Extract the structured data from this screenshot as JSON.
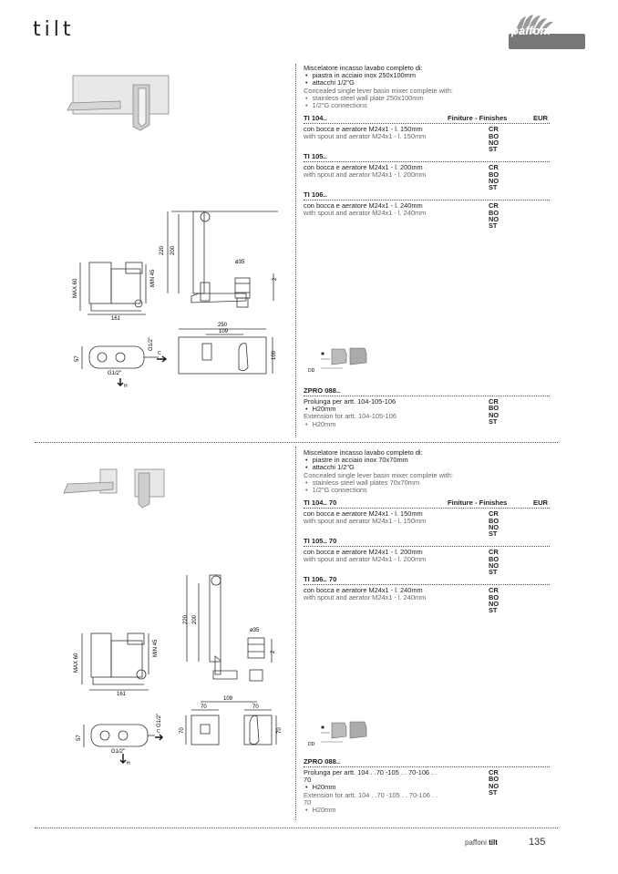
{
  "header": {
    "collection": "tilt",
    "brand": "paffoni"
  },
  "footer": {
    "brand": "paffoni",
    "collection": "tilt",
    "page": "135"
  },
  "sections": [
    {
      "intro_it": "Miscelatore incasso lavabo completo di:",
      "bullets_it": [
        "piastra in acciaio inox 250x100mm",
        "attacchi 1/2\"G"
      ],
      "intro_en": "Concealed single lever basin mixer complete with:",
      "bullets_en": [
        "stainless steel wall plate 250x100mm",
        "1/2\"G connections"
      ],
      "finishes_header": "Finiture - Finishes",
      "eur_header": "EUR",
      "items": [
        {
          "code": "TI 104..",
          "it": "con bocca e aeratore M24x1 - l. 150mm",
          "en": "with spout and aerator M24x1 - l. 150mm",
          "finishes": [
            "CR",
            "BO",
            "NO",
            "ST"
          ]
        },
        {
          "code": "TI 105..",
          "it": "con bocca e aeratore M24x1 - l. 200mm",
          "en": "with spout and aerator M24x1 - l. 200mm",
          "finishes": [
            "CR",
            "BO",
            "NO",
            "ST"
          ]
        },
        {
          "code": "TI 106..",
          "it": "con bocca e aeratore M24x1 - l. 240mm",
          "en": "with spout and aerator M24x1 - l. 240mm",
          "finishes": [
            "CR",
            "BO",
            "NO",
            "ST"
          ]
        }
      ],
      "accessory": {
        "code": "ZPRO 088..",
        "it": "Prolunga per artt. 104-105-106",
        "it_bullet": "H20mm",
        "en": "Extension for artt. 104-105-106",
        "en_bullet": "H20mm",
        "finishes": [
          "CR",
          "BO",
          "NO",
          "ST"
        ]
      },
      "dims": {
        "d220": "220",
        "d200": "200",
        "d35": "ø35",
        "d2": "2",
        "max60": "MAX 60",
        "min45": "MIN 45",
        "d161": "161",
        "d250": "250",
        "d109": "109",
        "d100": "100",
        "d57": "57",
        "g12a": "G1/2\"",
        "g12b": "G1/2\"",
        "c": "C",
        "h": "H",
        "dd": "DD"
      }
    },
    {
      "intro_it": "Miscelatore incasso lavabo completo di:",
      "bullets_it": [
        "piastre in acciaio inox 70x70mm",
        "attacchi 1/2\"G"
      ],
      "intro_en": "Concealed single lever basin mixer complete with:",
      "bullets_en": [
        "stainless steel wall plates 70x70mm",
        "1/2\"G connections"
      ],
      "finishes_header": "Finiture - Finishes",
      "eur_header": "EUR",
      "items": [
        {
          "code": "TI 104.. 70",
          "it": "con bocca e aeratore M24x1 - l. 150mm",
          "en": "with spout and aerator M24x1 - l. 150mm",
          "finishes": [
            "CR",
            "BO",
            "NO",
            "ST"
          ]
        },
        {
          "code": "TI 105.. 70",
          "it": "con bocca e aeratore M24x1 - l. 200mm",
          "en": "with spout and aerator M24x1 - l. 200mm",
          "finishes": [
            "CR",
            "BO",
            "NO",
            "ST"
          ]
        },
        {
          "code": "TI 106.. 70",
          "it": "con bocca e aeratore M24x1 - l. 240mm",
          "en": "with spout and aerator M24x1 - l. 240mm",
          "finishes": [
            "CR",
            "BO",
            "NO",
            "ST"
          ]
        }
      ],
      "accessory": {
        "code": "ZPRO 088..",
        "it": "Prolunga per artt. 104 . .70 -105 . . 70-106 . . 70",
        "it_bullet": "H20mm",
        "en": "Extension for artt. 104 . .70 -105 . . 70-106 . . 70",
        "en_bullet": "H20mm",
        "finishes": [
          "CR",
          "BO",
          "NO",
          "ST"
        ]
      },
      "dims": {
        "d220": "220",
        "d200": "200",
        "d35": "ø35",
        "d2": "2",
        "max60": "MAX 60",
        "min45": "MIN 45",
        "d161": "161",
        "d109": "109",
        "d70a": "70",
        "d70b": "70",
        "d70c": "70",
        "d70d": "70",
        "d57": "57",
        "g12a": "G1/2\"",
        "g12b": "G1/2\"",
        "c": "C",
        "h": "H",
        "dd": "DD"
      }
    }
  ]
}
